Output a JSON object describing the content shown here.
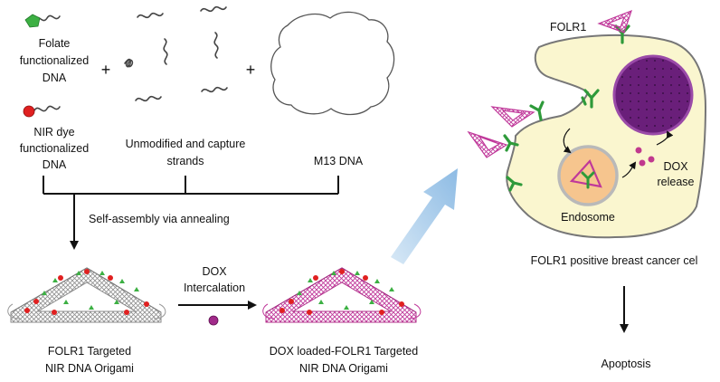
{
  "labels": {
    "folate": [
      "Folate",
      "functionalized",
      "DNA"
    ],
    "nir_dye": [
      "NIR dye",
      "functionalized",
      "DNA"
    ],
    "strands": [
      "Unmodified and capture",
      "strands"
    ],
    "m13": "M13 DNA",
    "assembly": "Self-assembly via annealing",
    "intercalation": [
      "DOX",
      "Intercalation"
    ],
    "origami_targeted": [
      "FOLR1 Targeted",
      "NIR DNA Origami"
    ],
    "origami_loaded": [
      "DOX loaded-FOLR1 Targeted",
      "NIR DNA Origami"
    ],
    "folr1": "FOLR1",
    "dox_release": [
      "DOX",
      "release"
    ],
    "endosome": "Endosome",
    "cell": "FOLR1 positive breast cancer cel",
    "apoptosis": "Apoptosis"
  },
  "plus_signs": [
    "+",
    "+"
  ],
  "colors": {
    "folate_marker": "#3cb043",
    "nir_dye": "#e02020",
    "dox": "#c0398e",
    "origami_plain": "#9a9a9a",
    "origami_loaded": "#c0389a",
    "receptor": "#2e9a3a",
    "cell_fill": "#faf6cf",
    "cell_stroke": "#777777",
    "nucleus": "#6a1f7a",
    "endosome_fill": "#f6c58e",
    "endosome_stroke": "#b9b9b9",
    "uptake_arrow": "#9ec5e8"
  },
  "icons": [
    "folate-marker-icon",
    "nir-dye-icon",
    "dox-molecule-icon",
    "dna-origami-icon",
    "folr1-receptor-icon",
    "nucleus-icon",
    "endosome-icon"
  ]
}
